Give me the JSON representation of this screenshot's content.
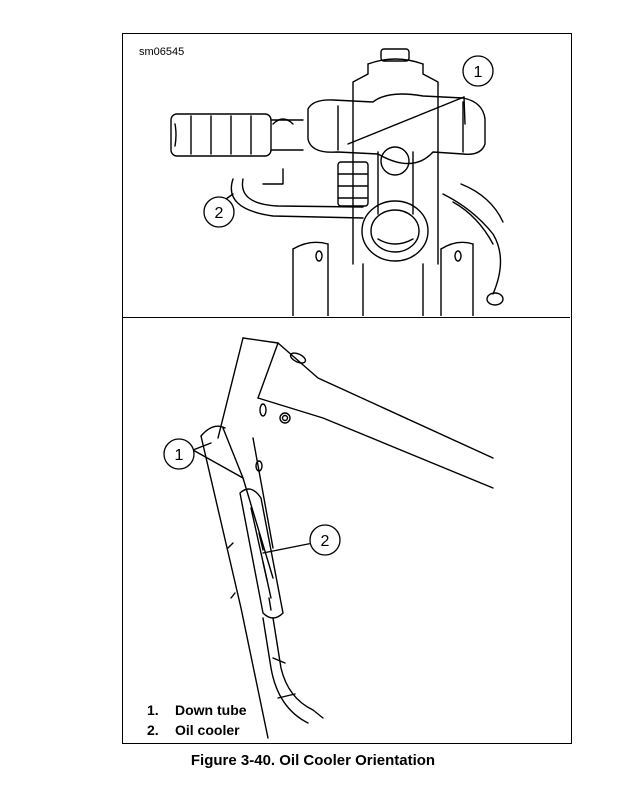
{
  "figure_id": "sm06545",
  "callouts": {
    "top_1": "1",
    "top_2": "2",
    "bottom_1": "1",
    "bottom_2": "2"
  },
  "legend": [
    {
      "num": "1.",
      "label": "Down tube"
    },
    {
      "num": "2.",
      "label": "Oil cooler"
    }
  ],
  "caption": "Figure 3-40. Oil Cooler Orientation"
}
